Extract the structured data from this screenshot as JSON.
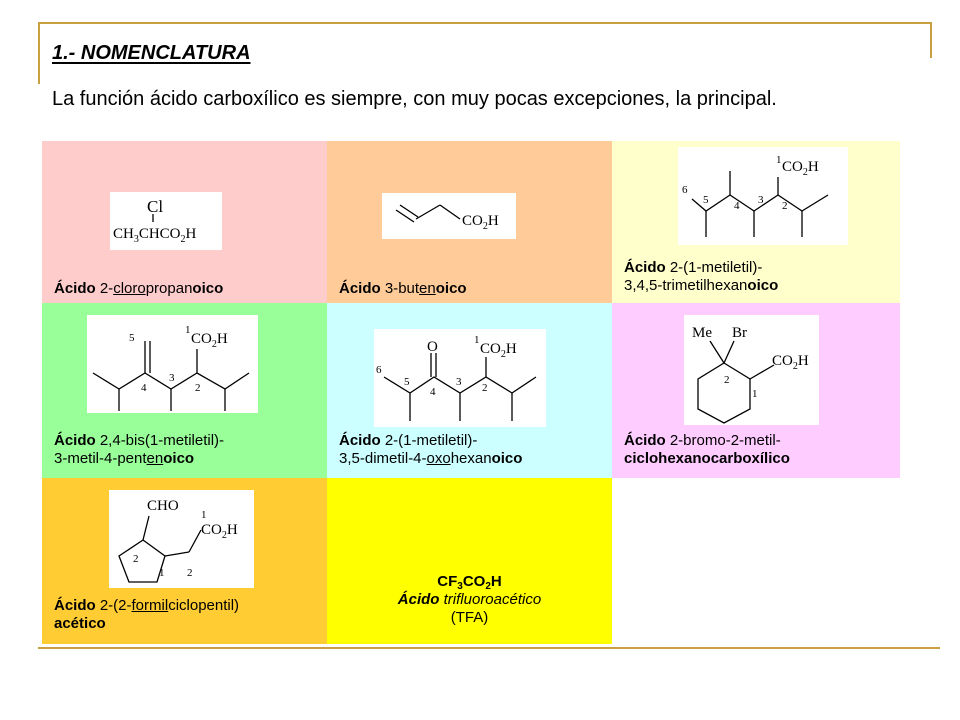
{
  "title": "1.- NOMENCLATURA",
  "intro": "La función ácido carboxílico es siempre, con muy pocas excepciones, la principal.",
  "colors": {
    "rule": "#c8a040",
    "c1": "#ffcccc",
    "c2": "#ffcc99",
    "c3": "#ffffcc",
    "c4": "#99ff99",
    "c5": "#ccffff",
    "c6": "#ffccff",
    "c7": "#ffcc33",
    "c8": "#ffff00"
  },
  "cells": {
    "c1": {
      "formula": {
        "cl": "Cl",
        "main": "CH",
        "s3": "3",
        "mid": "CHCO",
        "s2": "2",
        "h": "H"
      },
      "cap": {
        "a": "Ácido",
        "b": " 2-",
        "c": "cloro",
        "d": "propan",
        "e": "oico"
      }
    },
    "c2": {
      "formula": {
        "co": "CO",
        "s2": "2",
        "h": "H"
      },
      "cap": {
        "a": "Ácido",
        "b": " 3-",
        "c": "but",
        "d": "en",
        "e": "oico"
      }
    },
    "c3": {
      "mol": {
        "co": "CO",
        "s2": "2",
        "h": "H",
        "n1": "1",
        "n2": "2",
        "n3": "3",
        "n4": "4",
        "n5": "5",
        "n6": "6"
      },
      "cap": {
        "a": "Ácido",
        "b": " 2-(1-metiletil)-",
        "c": "3,4,5-trimetilhexan",
        "d": "oico"
      }
    },
    "c4": {
      "mol": {
        "co": "CO",
        "s2": "2",
        "h": "H",
        "n1": "1",
        "n2": "2",
        "n3": "3",
        "n4": "4",
        "n5": "5"
      },
      "cap": {
        "a": "Ácido",
        "b": " 2,4-bis(1-metiletil)-",
        "c": "3-metil-4-pent",
        "d": "en",
        "e": "oico"
      }
    },
    "c5": {
      "mol": {
        "o": "O",
        "co": "CO",
        "s2": "2",
        "h": "H",
        "n1": "1",
        "n2": "2",
        "n3": "3",
        "n4": "4",
        "n5": "5",
        "n6": "6"
      },
      "cap": {
        "a": "Ácido",
        "b": " 2-(1-metiletil)-",
        "c": "3,5-dimetil-4-",
        "d": "oxo",
        "e": "hexan",
        "f": "oico"
      }
    },
    "c6": {
      "mol": {
        "me": "Me",
        "br": "Br",
        "co": "CO",
        "s2": "2",
        "h": "H",
        "n1": "1",
        "n2": "2"
      },
      "cap": {
        "a": "Ácido",
        "b": " 2-bromo-2-metil-",
        "c": "ciclohexanocarboxílico"
      }
    },
    "c7": {
      "mol": {
        "cho": "CHO",
        "co": "CO",
        "s2": "2",
        "h": "H",
        "n1": "1",
        "n2a": "2",
        "n1b": "1",
        "n2b": "2"
      },
      "cap": {
        "a": "Ácido",
        "b": " 2-(2-",
        "c": "formil",
        "d": "ciclopentil)",
        "e": "acético"
      }
    },
    "c8": {
      "formula": {
        "cf": "CF",
        "s3": "3",
        "co": "CO",
        "s2": "2",
        "h": "H"
      },
      "cap": {
        "a": "Ácido",
        "b": " trifluoroacético",
        "c": "(TFA)"
      }
    }
  }
}
